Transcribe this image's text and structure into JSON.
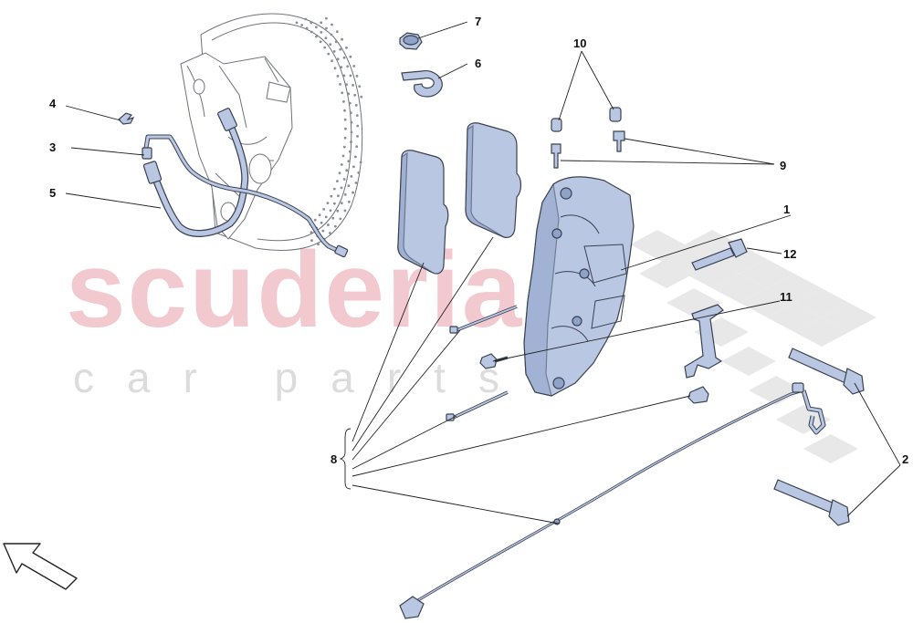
{
  "watermark": {
    "brand": "scuderia",
    "sub": "car parts",
    "brand_color": "#f2c9cf",
    "sub_color": "#dcdcdc",
    "checker_color": "#e6e6e6"
  },
  "colors": {
    "part_fill": "#b9c7e3",
    "part_stroke": "#3a4252",
    "line_art": "#6f737a"
  },
  "callouts": [
    {
      "id": "1",
      "label": "1"
    },
    {
      "id": "2",
      "label": "2"
    },
    {
      "id": "3",
      "label": "3"
    },
    {
      "id": "4",
      "label": "4"
    },
    {
      "id": "5",
      "label": "5"
    },
    {
      "id": "7",
      "label": "7"
    },
    {
      "id": "6",
      "label": "6"
    },
    {
      "id": "8",
      "label": "8"
    },
    {
      "id": "9",
      "label": "9"
    },
    {
      "id": "10",
      "label": "10"
    },
    {
      "id": "11",
      "label": "11"
    },
    {
      "id": "12",
      "label": "12"
    }
  ],
  "icons": {
    "direction_arrow": "arrow-up-left-icon"
  }
}
